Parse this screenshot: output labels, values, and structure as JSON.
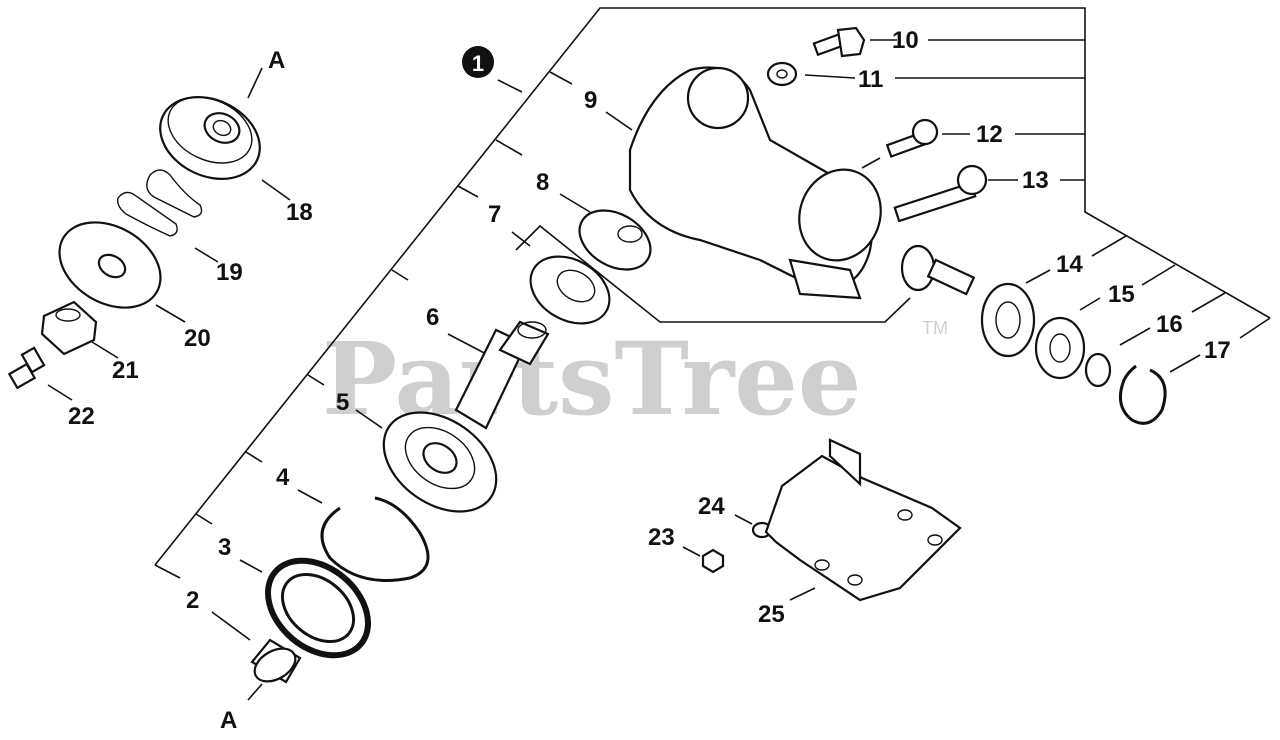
{
  "watermark": {
    "text": "PartsTree",
    "trademark": "TM"
  },
  "assembly": {
    "callout": "1"
  },
  "section_marks": [
    "A",
    "A"
  ],
  "parts": [
    {
      "ref": "2"
    },
    {
      "ref": "3"
    },
    {
      "ref": "4"
    },
    {
      "ref": "5"
    },
    {
      "ref": "6"
    },
    {
      "ref": "7"
    },
    {
      "ref": "8"
    },
    {
      "ref": "9"
    },
    {
      "ref": "10"
    },
    {
      "ref": "11"
    },
    {
      "ref": "12"
    },
    {
      "ref": "13"
    },
    {
      "ref": "14"
    },
    {
      "ref": "15"
    },
    {
      "ref": "16"
    },
    {
      "ref": "17"
    },
    {
      "ref": "18"
    },
    {
      "ref": "19"
    },
    {
      "ref": "20"
    },
    {
      "ref": "21"
    },
    {
      "ref": "22"
    },
    {
      "ref": "23"
    },
    {
      "ref": "24"
    },
    {
      "ref": "25"
    }
  ]
}
